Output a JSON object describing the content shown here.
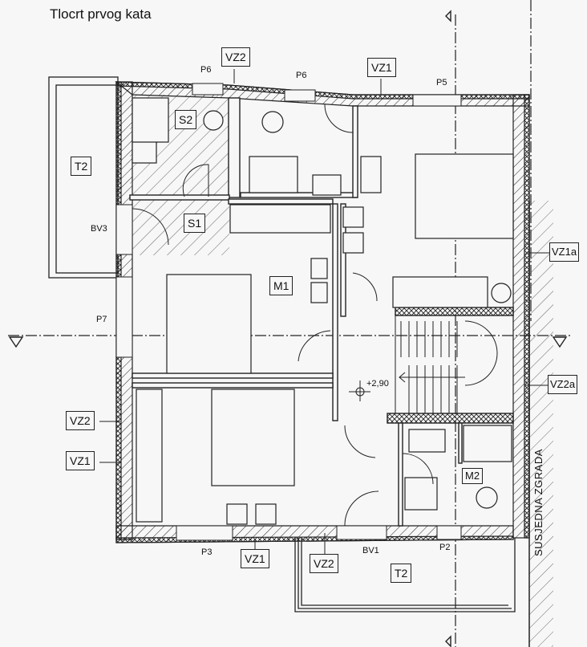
{
  "title": "Tlocrt prvog kata",
  "rooms": {
    "s2": "S2",
    "s1": "S1",
    "m1": "M1",
    "m2": "M2",
    "t2_left": "T2",
    "t2_bottom": "T2"
  },
  "openings": {
    "p6_a": "P6",
    "p6_b": "P6",
    "p5": "P5",
    "p7": "P7",
    "p3": "P3",
    "p2": "P2",
    "bv3": "BV3",
    "bv1": "BV1"
  },
  "wall_tags": {
    "vz2_top": "VZ2",
    "vz1_top": "VZ1",
    "vz1a_right": "VZ1a",
    "vz2a_right": "VZ2a",
    "vz2_left": "VZ2",
    "vz1_left": "VZ1",
    "vz1_bottom": "VZ1",
    "vz2_bottom": "VZ2"
  },
  "level_mark": "+2,90",
  "neighbor_label": "SUSJEDNA ZGRADA",
  "colors": {
    "line": "#1a1a1a",
    "paper": "#f7f7f7"
  }
}
